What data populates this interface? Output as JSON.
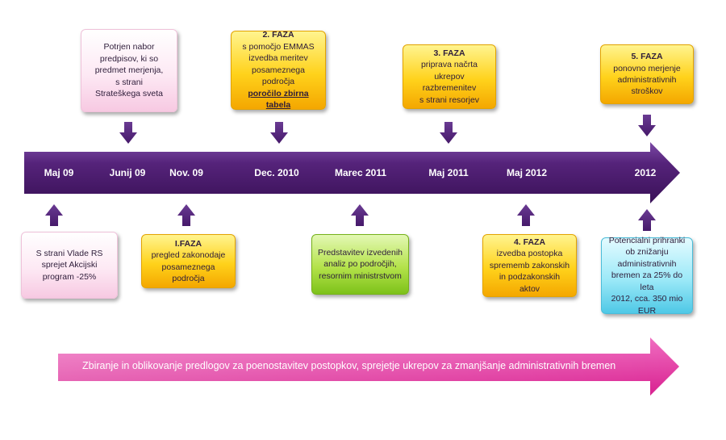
{
  "timeline": {
    "dates": [
      "Maj 09",
      "Junij 09",
      "Nov. 09",
      "Dec. 2010",
      "Marec 2011",
      "Maj 2011",
      "Maj 2012",
      "2012"
    ]
  },
  "top_boxes": [
    {
      "lines": [
        "Potrjen nabor",
        "predpisov, ki so",
        "predmet merjenja,",
        "s strani",
        "Strateškega sveta"
      ]
    },
    {
      "title": "2. FAZA",
      "lines": [
        "s pomočjo EMMAS",
        "izvedba meritev",
        "posameznega področja"
      ],
      "emphasis": "poročilo zbirna tabela"
    },
    {
      "title": "3. FAZA",
      "lines": [
        "priprava načrta",
        "ukrepov razbremenitev",
        "s strani resorjev"
      ]
    },
    {
      "title": "5. FAZA",
      "lines": [
        "ponovno merjenje",
        "administrativnih",
        "stroškov"
      ]
    }
  ],
  "bottom_boxes": [
    {
      "lines": [
        "S strani Vlade RS",
        "sprejet Akcijski",
        "program -25%"
      ]
    },
    {
      "title": "I.FAZA",
      "lines": [
        "pregled zakonodaje",
        "posameznega področja"
      ]
    },
    {
      "lines": [
        "Predstavitev izvedenih",
        "analiz po področjih,",
        "resornim ministrstvom"
      ]
    },
    {
      "title": "4. FAZA",
      "lines": [
        "izvedba postopka",
        "sprememb zakonskih",
        "in podzakonskih aktov"
      ]
    },
    {
      "lines": [
        "Potencialni prihranki",
        "ob znižanju",
        "administrativnih",
        "bremen za 25% do leta",
        "2012, cca. 350 mio EUR"
      ]
    }
  ],
  "bottom_arrow": {
    "label": "Zbiranje in oblikovanje predlogov za poenostavitev postopkov, sprejetje ukrepov za zmanjšanje administrativnih bremen"
  },
  "colors": {
    "timeline": "#4b1a6e",
    "connector_arrows": "#5a2d82",
    "bottom_arrow": "#e33fa3",
    "pink_box": "#fde9f4",
    "yellow_box": "#ffd21b",
    "green_box": "#b4e24a",
    "cyan_box": "#9ce9f8"
  }
}
